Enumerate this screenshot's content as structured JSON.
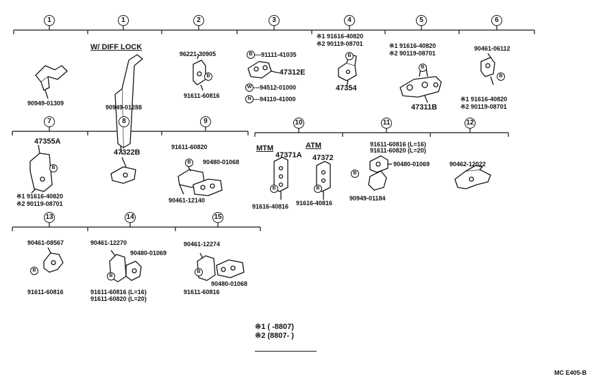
{
  "groups": [
    {
      "num": "1"
    },
    {
      "num": "1"
    },
    {
      "num": "2"
    },
    {
      "num": "3"
    },
    {
      "num": "4"
    },
    {
      "num": "5"
    },
    {
      "num": "6"
    },
    {
      "num": "7"
    },
    {
      "num": "8"
    },
    {
      "num": "9"
    },
    {
      "num": "10"
    },
    {
      "num": "11"
    },
    {
      "num": "12"
    },
    {
      "num": "13"
    },
    {
      "num": "14"
    },
    {
      "num": "15"
    }
  ],
  "headings": {
    "diff_lock": "W/ DIFF  LOCK",
    "mtm": "MTM",
    "atm": "ATM"
  },
  "symbols": {
    "b": "B",
    "w": "W",
    "n": "N"
  },
  "parts": {
    "p90949_01309": "90949-01309",
    "p90949_01288": "90949-01288",
    "p96221_30905": "96221-30905",
    "p91611_60816_a": "91611-60816",
    "p91111_41035": "---91111-41035",
    "p47312E": "-47312E",
    "p94512_01000": "---94512-01000",
    "p94110_41000": "---94110-41000",
    "g4_n1": "※1  91616-40820",
    "g4_n2": "※2  90119-08701",
    "p47354": "47354",
    "g5_n1": "※1  91616-40820",
    "g5_n2": "※2  90119-08701",
    "p47311B": "47311B",
    "p90461_06112": "90461-06112",
    "g6_n1": "※1  91616-40820",
    "g6_n2": "※2  90119-08701",
    "p47355A": "47355A",
    "g7_n1": "※1  91616-40820",
    "g7_n2": "※2  90119-08701",
    "p47322B": "47322B",
    "p91611_60820": "91611-60820",
    "p90480_01068_a": "90480-01068",
    "p90461_12140": "90461-12140",
    "p47371A": "47371A",
    "p47372": "47372",
    "p91616_40816_a": "91616-40816",
    "p91616_40816_b": "91616-40816",
    "g11_l1": "91611-60816 (L=16)",
    "g11_l2": "91611-60820 (L=20)",
    "p90480_01069_a": "90480-01069",
    "p90949_01184": "90949-01184",
    "p90462_12022": "90462-12022",
    "p90461_08567": "90461-08567",
    "p91611_60816_b": "91611-60816",
    "p90461_12270": "90461-12270",
    "p90480_01069_b": "90480-01069",
    "g14_l1": "91611-60816 (L=16)",
    "g14_l2": "91611-60820 (L=20)",
    "p90461_12274": "90461-12274",
    "p90480_01068_b": "90480-01068",
    "p91611_60816_c": "91611-60816"
  },
  "legend": {
    "l1": "※1 (       -8807)",
    "l2": "※2 (8807-        )"
  },
  "code": "MC  E405-B"
}
